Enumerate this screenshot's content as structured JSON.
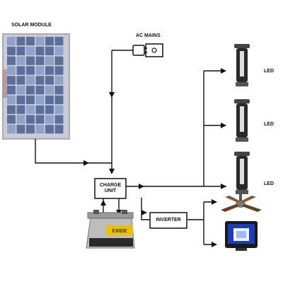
{
  "diagram": {
    "labels": {
      "solar_module": "SOLAR MODULE",
      "ac_mains": "AC MAINS",
      "charge_unit_line1": "CHARGE",
      "charge_unit_line2": "UNIT",
      "inverter": "INVERTER",
      "led_1": "LED",
      "led_2": "LED",
      "led_3": "LED",
      "battery_brand": "EXIDE"
    },
    "colors": {
      "line": "#111111",
      "panel_frame": "#a8acb3",
      "panel_cell": "#5b6f9c",
      "panel_cell_light": "#8fa3c8",
      "battery_body": "#bdbdbd",
      "battery_label": "#e8c100",
      "lamp_dark": "#2a2a2a",
      "tv_screen": "#1a3fb5",
      "fan_blade": "#6b3d1f"
    },
    "icons": [
      "solar-panel-icon",
      "plug-icon",
      "lamp-icon",
      "battery-icon",
      "ceiling-fan-icon",
      "television-icon"
    ]
  }
}
